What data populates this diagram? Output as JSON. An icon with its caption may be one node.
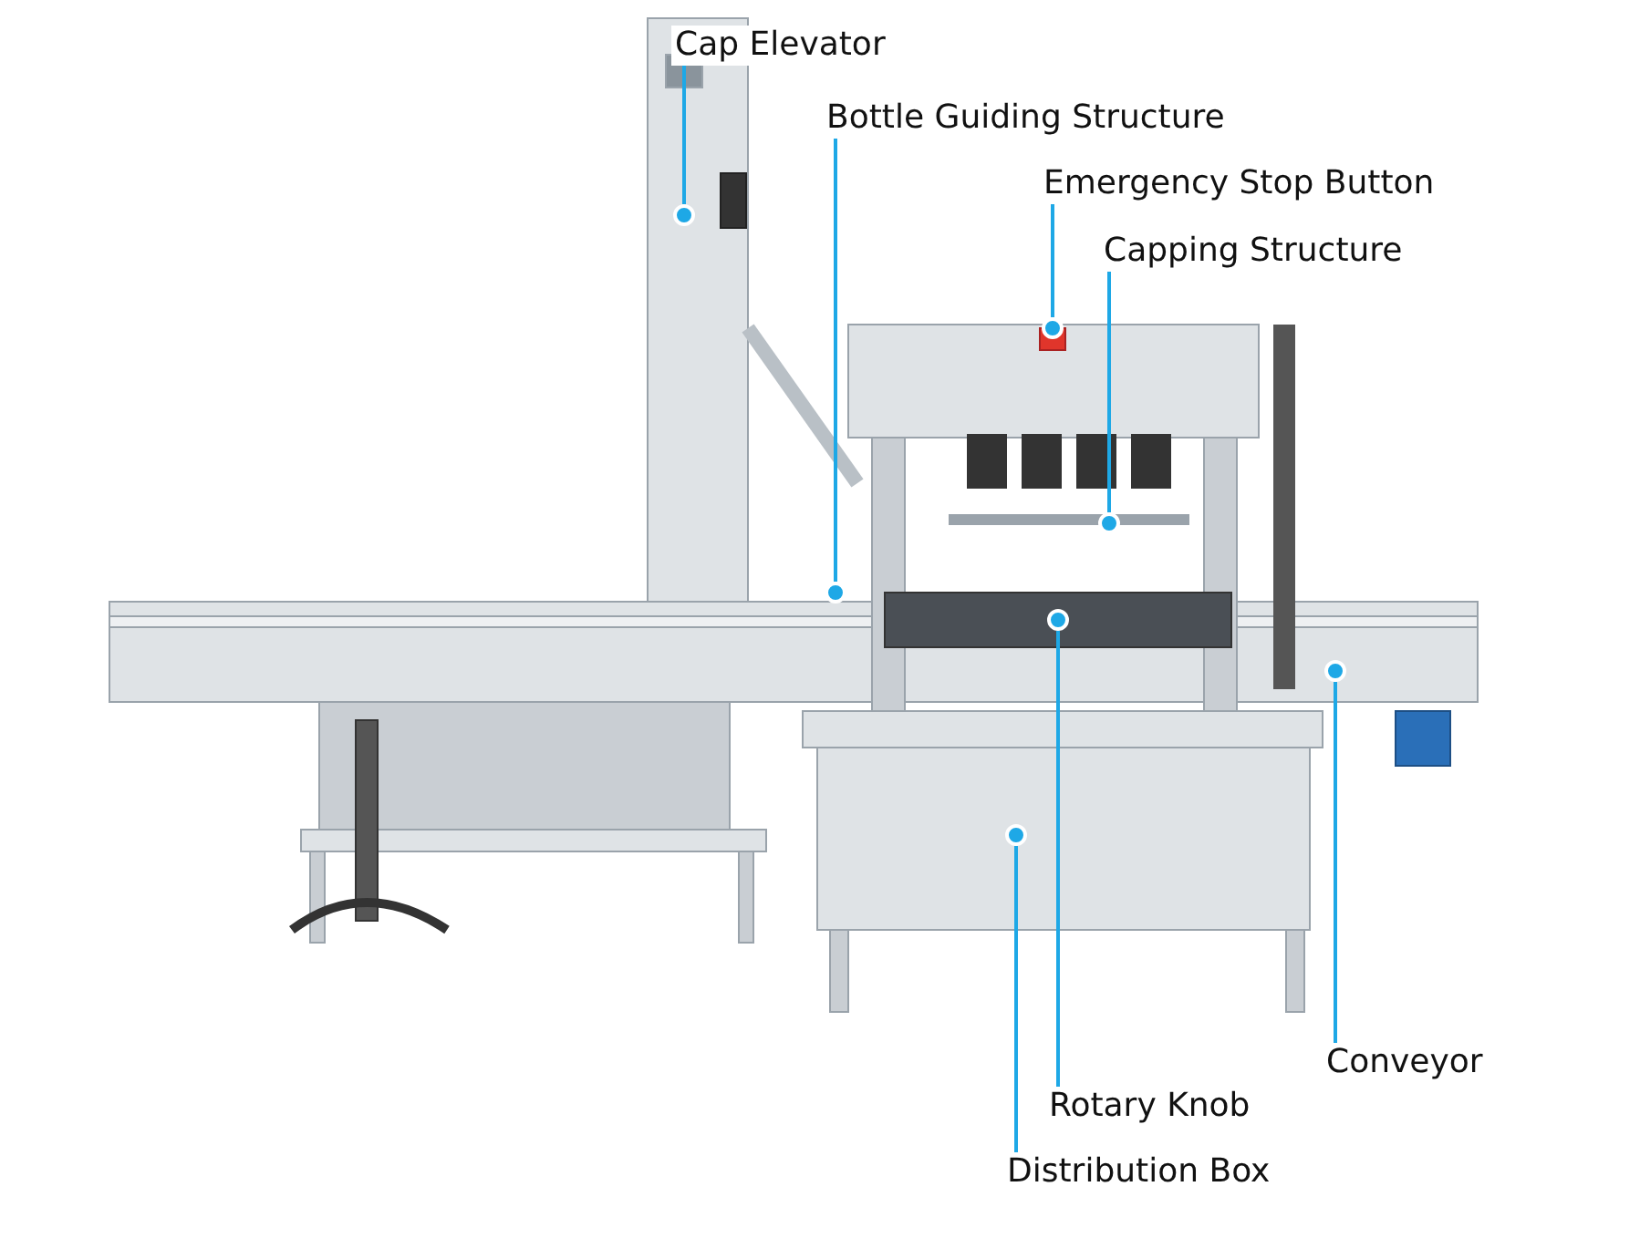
{
  "diagram": {
    "nodes": [
      {
        "text": [
          "Cap Elevator"
        ]
      },
      {
        "text": [
          "Bottle Guiding Structure"
        ]
      },
      {
        "text": [
          "Emergency Stop Button"
        ]
      },
      {
        "text": [
          "Capping Structure"
        ]
      },
      {
        "text": [
          "Conveyor"
        ]
      },
      {
        "text": [
          "Rotary Knob"
        ]
      },
      {
        "text": [
          "Distribution Box"
        ]
      },
      {
        "text": [],
        "shape": "circle"
      },
      {
        "text": [],
        "shape": "circle"
      },
      {
        "text": [],
        "shape": "circle"
      },
      {
        "text": [],
        "shape": "circle"
      },
      {
        "text": [],
        "shape": "circle"
      },
      {
        "text": [],
        "shape": "circle"
      },
      {
        "text": [],
        "shape": "circle"
      }
    ],
    "edges": [
      {
        "from": 0,
        "to": 7,
        "arrow": "none"
      },
      {
        "from": 1,
        "to": 8,
        "arrow": "none"
      },
      {
        "from": 2,
        "to": 10,
        "arrow": "none"
      },
      {
        "from": 3,
        "to": 12,
        "arrow": "none"
      },
      {
        "from": 4,
        "to": 13,
        "arrow": "none"
      },
      {
        "from": 5,
        "to": 11,
        "arrow": "none"
      },
      {
        "from": 6,
        "to": 9,
        "arrow": "none"
      }
    ]
  }
}
